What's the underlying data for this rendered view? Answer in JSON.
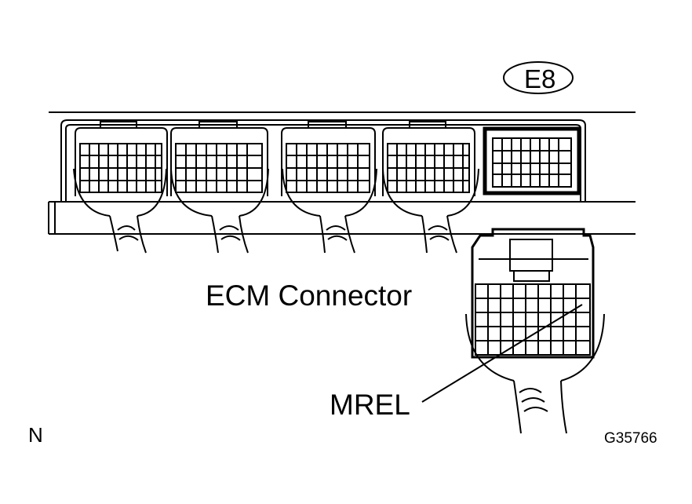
{
  "connector_code": "E8",
  "connector_title": "ECM Connector",
  "terminal_label": "MREL",
  "orientation_mark": "N",
  "figure_code": "G35766",
  "colors": {
    "ink": "#000000",
    "background": "#ffffff"
  }
}
